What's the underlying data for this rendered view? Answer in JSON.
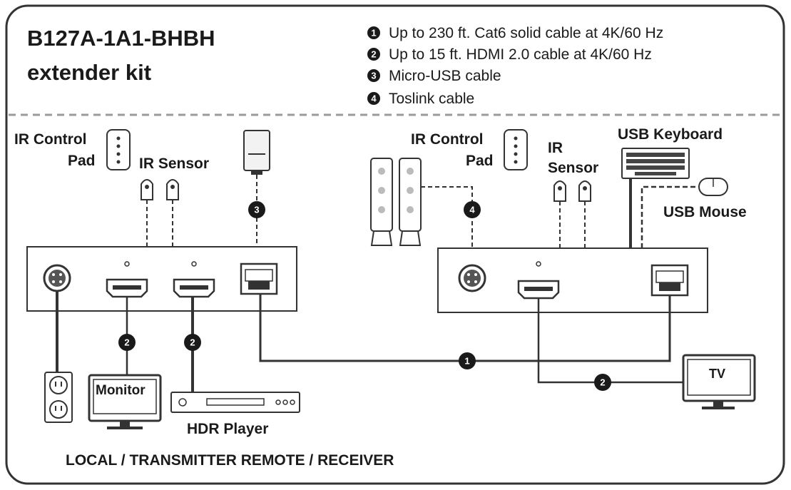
{
  "title": {
    "line1": "B127A-1A1-BHBH",
    "line2": "extender kit"
  },
  "legend": [
    {
      "num": "1",
      "text": "Up to 230 ft. Cat6 solid cable at 4K/60 Hz"
    },
    {
      "num": "2",
      "text": "Up to 15 ft. HDMI 2.0 cable at 4K/60 Hz"
    },
    {
      "num": "3",
      "text": "Micro-USB cable"
    },
    {
      "num": "4",
      "text": "Toslink cable"
    }
  ],
  "local": {
    "ir_control_pad": [
      "IR Control",
      "Pad"
    ],
    "ir_sensor": "IR Sensor",
    "monitor": "Monitor",
    "hdr_player": "HDR Player"
  },
  "remote": {
    "ir_control_pad": [
      "IR Control",
      "Pad"
    ],
    "ir_sensor": [
      "IR",
      "Sensor"
    ],
    "usb_keyboard": "USB Keyboard",
    "usb_mouse": "USB Mouse",
    "tv": "TV"
  },
  "markers": {
    "cat6": "1",
    "hdmi": "2",
    "usb": "3",
    "toslink": "4"
  },
  "footer": "LOCAL / TRANSMITTER REMOTE / RECEIVER"
}
